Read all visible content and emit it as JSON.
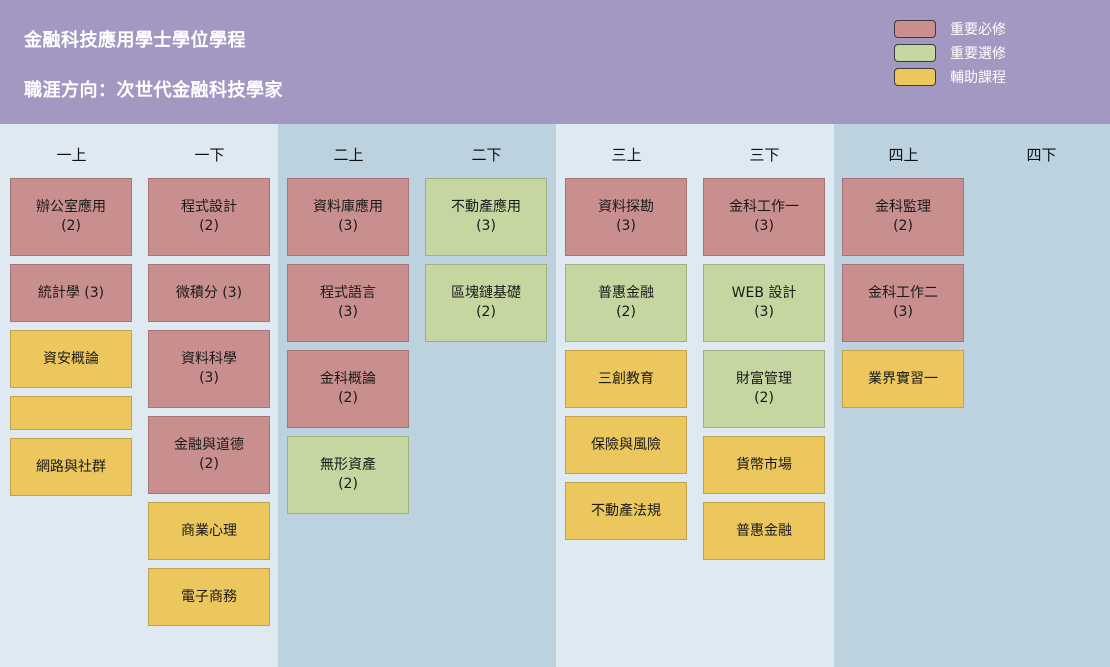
{
  "header": {
    "title": "金融科技應用學士學位學程",
    "career_path": "職涯方向：次世代金融科技學家"
  },
  "legend": [
    {
      "label": "重要必修",
      "color": "#c98f8e"
    },
    {
      "label": "重要選修",
      "color": "#c5d6a0"
    },
    {
      "label": "輔助課程",
      "color": "#ebc75e"
    }
  ],
  "semesters": [
    "一上",
    "一下",
    "二上",
    "二下",
    "三上",
    "三下",
    "四上",
    "四下"
  ],
  "courses": {
    "y1s1": [
      {
        "name": "辦公室應用",
        "credits": "(2)",
        "type": "required"
      },
      {
        "name": "統計學 (3)",
        "credits": "",
        "type": "required"
      },
      {
        "name": "資安概論",
        "credits": "",
        "type": "auxiliary"
      },
      {
        "name": "",
        "credits": "",
        "type": "auxiliary"
      },
      {
        "name": "網路與社群",
        "credits": "",
        "type": "auxiliary"
      }
    ],
    "y1s2": [
      {
        "name": "程式設計",
        "credits": "(2)",
        "type": "required"
      },
      {
        "name": "微積分 (3)",
        "credits": "",
        "type": "required"
      },
      {
        "name": "資料科學",
        "credits": "(3)",
        "type": "required"
      },
      {
        "name": "金融與道德",
        "credits": "(2)",
        "type": "required"
      },
      {
        "name": "商業心理",
        "credits": "",
        "type": "auxiliary"
      },
      {
        "name": "電子商務",
        "credits": "",
        "type": "auxiliary"
      }
    ],
    "y2s1": [
      {
        "name": "資料庫應用",
        "credits": "(3)",
        "type": "required"
      },
      {
        "name": "程式語言",
        "credits": "(3)",
        "type": "required"
      },
      {
        "name": "金科概論",
        "credits": "(2)",
        "type": "required"
      },
      {
        "name": "無形資產",
        "credits": "(2)",
        "type": "elective"
      }
    ],
    "y2s2": [
      {
        "name": "不動產應用",
        "credits": "(3)",
        "type": "elective"
      },
      {
        "name": "區塊鏈基礎",
        "credits": "(2)",
        "type": "elective"
      }
    ],
    "y3s1": [
      {
        "name": "資料探勘",
        "credits": "(3)",
        "type": "required"
      },
      {
        "name": "普惠金融",
        "credits": "(2)",
        "type": "elective"
      },
      {
        "name": "三創教育",
        "credits": "",
        "type": "auxiliary"
      },
      {
        "name": "保險與風險",
        "credits": "",
        "type": "auxiliary"
      },
      {
        "name": "不動產法規",
        "credits": "",
        "type": "auxiliary"
      }
    ],
    "y3s2": [
      {
        "name": "金科工作一",
        "credits": "(3)",
        "type": "required"
      },
      {
        "name": "WEB 設計",
        "credits": "(3)",
        "type": "elective"
      },
      {
        "name": "財富管理",
        "credits": "(2)",
        "type": "elective"
      },
      {
        "name": "貨幣市場",
        "credits": "",
        "type": "auxiliary"
      },
      {
        "name": "普惠金融",
        "credits": "",
        "type": "auxiliary"
      }
    ],
    "y4s1": [
      {
        "name": "金科監理",
        "credits": "(2)",
        "type": "required"
      },
      {
        "name": "金科工作二",
        "credits": "(3)",
        "type": "required"
      },
      {
        "name": "業界實習一",
        "credits": "",
        "type": "auxiliary"
      }
    ],
    "y4s2": []
  }
}
